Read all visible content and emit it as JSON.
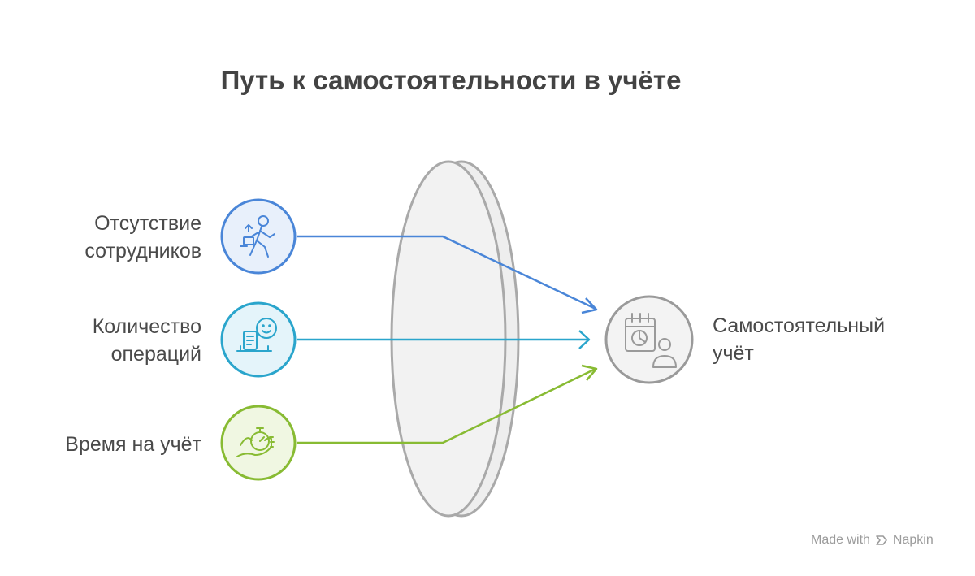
{
  "title": "Путь к самостоятельности в учёте",
  "inputs": [
    {
      "line1": "Отсутствие",
      "line2": "сотрудников",
      "icon": "walking-person-icon",
      "color": "#4a86d8",
      "fill": "#e8f0fb"
    },
    {
      "line1": "Количество",
      "line2": "операций",
      "icon": "smiling-face-document-icon",
      "color": "#2aa5cc",
      "fill": "#e4f4fa"
    },
    {
      "line1": "Время на учёт",
      "line2": "",
      "icon": "hand-stopwatch-icon",
      "color": "#88bb33",
      "fill": "#f0f7e2"
    }
  ],
  "output": {
    "line1": "Самостоятельный",
    "line2": "учёт",
    "icon": "calendar-chart-person-icon",
    "color": "#9a9a9a",
    "fill": "#f3f3f3"
  },
  "footer": {
    "made_with": "Made with",
    "brand": "Napkin"
  }
}
